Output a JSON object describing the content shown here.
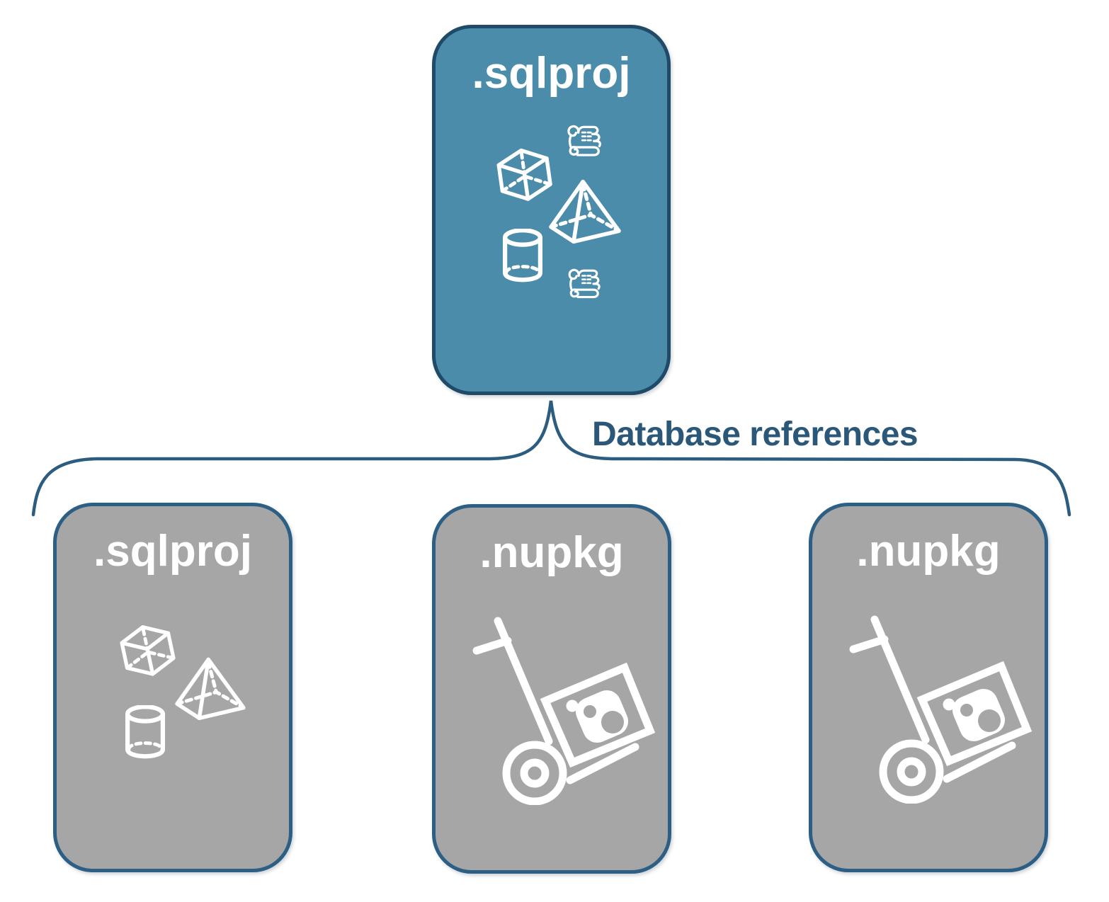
{
  "diagram": {
    "root": {
      "label": ".sqlproj",
      "kind": "sql-project"
    },
    "connector": {
      "label": "Database references"
    },
    "children": [
      {
        "label": ".sqlproj",
        "kind": "sql-project-reference"
      },
      {
        "label": ".nupkg",
        "kind": "nuget-package-reference"
      },
      {
        "label": ".nupkg",
        "kind": "nuget-package-reference"
      }
    ],
    "icons": {
      "root": [
        "scroll-icon",
        "cube-icon",
        "pyramid-icon",
        "cylinder-icon",
        "scroll-icon"
      ],
      "sqlproj_child": [
        "cube-icon",
        "pyramid-icon",
        "cylinder-icon"
      ],
      "nupkg_child": [
        "hand-truck-package-icon"
      ]
    },
    "colors": {
      "background": "#FFFFFF",
      "root_fill": "#4C8CAB",
      "root_border": "#1F4A68",
      "child_fill": "#A6A6A6",
      "child_border": "#2D5F85",
      "connector_line": "#2C5C80",
      "connector_text": "#2B5878",
      "title_text": "#FFFFFF",
      "icon": "#FFFFFF"
    }
  }
}
